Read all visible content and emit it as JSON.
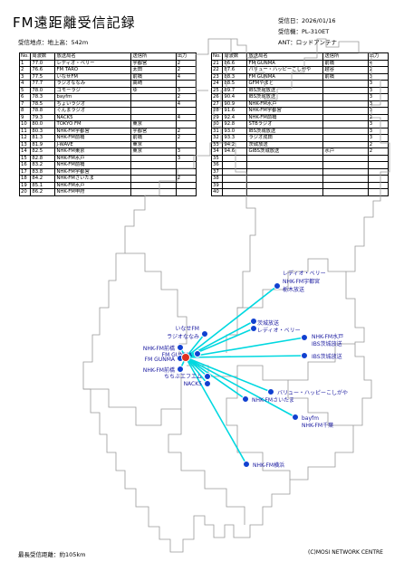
{
  "title": "FM遠距離受信記録",
  "reception_point": "受信地点：地上高：542m",
  "meta": {
    "date": "受信日：2026/01/16",
    "receiver": "受信機：PL-310ET",
    "antenna": "ANT：ロッドアンテナ"
  },
  "columns": [
    "No.",
    "周波数",
    "放送局名",
    "送信所",
    "出力"
  ],
  "left_rows": [
    [
      "1",
      "77.0",
      "レディオ・ベリー",
      "宇都宮",
      "2"
    ],
    [
      "2",
      "76.6",
      "FM TARO",
      "太田",
      "2"
    ],
    [
      "3",
      "77.5",
      "いなせFM",
      "前橋",
      "4"
    ],
    [
      "4",
      "77.7",
      "ラジオななみ",
      "高崎",
      ""
    ],
    [
      "5",
      "78.0",
      "ゴモーラジ",
      "ゆ",
      "3"
    ],
    [
      "6",
      "78.3",
      "bayfm",
      "",
      "2"
    ],
    [
      "7",
      "78.5",
      "ちょいラジオ",
      "",
      "4"
    ],
    [
      "8",
      "78.8",
      "ぐんまラジオ",
      "",
      ""
    ],
    [
      "9",
      "79.3",
      "NACK5",
      "",
      "4"
    ],
    [
      "10",
      "80.0",
      "TOKYO FM",
      "東京",
      ""
    ],
    [
      "11",
      "80.3",
      "NHK-FM宇都宮",
      "宇都宮",
      "2"
    ],
    [
      "12",
      "81.3",
      "NHK-FM前橋",
      "前橋",
      "2"
    ],
    [
      "13",
      "81.9",
      "J-WAVE",
      "東京",
      ""
    ],
    [
      "14",
      "82.5",
      "NHK-FM東京",
      "東京",
      "3"
    ],
    [
      "15",
      "82.8",
      "NHK-FM水戸",
      "",
      "3"
    ],
    [
      "16",
      "83.2",
      "NHK-FM前橋",
      "",
      ""
    ],
    [
      "17",
      "83.8",
      "NHK-FM宇都宮",
      "",
      ""
    ],
    [
      "18",
      "84.2",
      "NHK-FMさいたま",
      "",
      "2"
    ],
    [
      "19",
      "85.1",
      "NHK-FM水戸",
      "",
      ""
    ],
    [
      "20",
      "86.2",
      "NHK-FM甲府",
      "",
      ""
    ]
  ],
  "right_rows": [
    [
      "21",
      "86.6",
      "FM GUNMA",
      "前橋",
      "4"
    ],
    [
      "22",
      "87.6",
      "バリュー・ハッピーこしがや",
      "越谷",
      "2"
    ],
    [
      "23",
      "88.3",
      "FM GUNMA",
      "前橋",
      "3"
    ],
    [
      "24",
      "88.5",
      "GFMやまと",
      "",
      "3"
    ],
    [
      "25",
      "89.7",
      "IBS茨城放送",
      "",
      "3"
    ],
    [
      "26",
      "90.4",
      "IBS茨城放送",
      "",
      "3"
    ],
    [
      "27",
      "90.9",
      "NHK-FM水戸",
      "",
      "3"
    ],
    [
      "28",
      "91.6",
      "NHK-FM宇都宮",
      "",
      "3"
    ],
    [
      "29",
      "92.4",
      "NHK-FM前橋",
      "",
      "2"
    ],
    [
      "30",
      "92.8",
      "STBラジオ",
      "",
      "3"
    ],
    [
      "31",
      "93.0",
      "IBS茨城放送",
      "",
      "3"
    ],
    [
      "32",
      "93.3",
      "ラジオ成田",
      "",
      "3"
    ],
    [
      "33",
      "94.2",
      "茨城放送",
      "",
      "2"
    ],
    [
      "34",
      "94.6",
      "GIBS茨城放送",
      "水戸",
      "2"
    ],
    [
      "35",
      "",
      "",
      "",
      ""
    ],
    [
      "36",
      "",
      "",
      "",
      ""
    ],
    [
      "37",
      "",
      "",
      "",
      ""
    ],
    [
      "38",
      "",
      "",
      "",
      ""
    ],
    [
      "39",
      "",
      "",
      "",
      ""
    ],
    [
      "40",
      "",
      "",
      "",
      ""
    ]
  ],
  "stations": [
    {
      "name": "レディオ・ベリー",
      "sub": ""
    },
    {
      "name": "NHK-FM宇都宮",
      "sub": ""
    },
    {
      "name": "栃木放送",
      "sub": ""
    },
    {
      "name": "いなせFM",
      "sub": ""
    },
    {
      "name": "ラジオななみ",
      "sub": ""
    },
    {
      "name": "茨城放送",
      "sub": ""
    },
    {
      "name": "レディオ・ベリー",
      "sub": ""
    },
    {
      "name": "NHK-FM水戸",
      "sub": ""
    },
    {
      "name": "IBS茨城放送",
      "sub": ""
    },
    {
      "name": "NHK-FM前橋",
      "sub": ""
    },
    {
      "name": "FM GUNMA",
      "sub": ""
    },
    {
      "name": "FM GUNMA",
      "sub": ""
    },
    {
      "name": "NHK-FM前橋",
      "sub": ""
    },
    {
      "name": "ちちぶエフエム",
      "sub": ""
    },
    {
      "name": "NACK5",
      "sub": ""
    },
    {
      "name": "IBS茨城放送",
      "sub": ""
    },
    {
      "name": "バリュー・ハッピーこしがや",
      "sub": ""
    },
    {
      "name": "NHK-FMさいたま",
      "sub": ""
    },
    {
      "name": "bayfm",
      "sub": ""
    },
    {
      "name": "NHK-FM千葉",
      "sub": ""
    },
    {
      "name": "NHK-FM横浜",
      "sub": ""
    }
  ],
  "footer": {
    "max_distance": "最長受信距離：約105km",
    "credit": "(C)MOSI NETWORK CENTRE"
  },
  "colors": {
    "line": "#00d8e0",
    "marker": "#1040d0",
    "origin": "#e03020",
    "border": "#999999"
  }
}
